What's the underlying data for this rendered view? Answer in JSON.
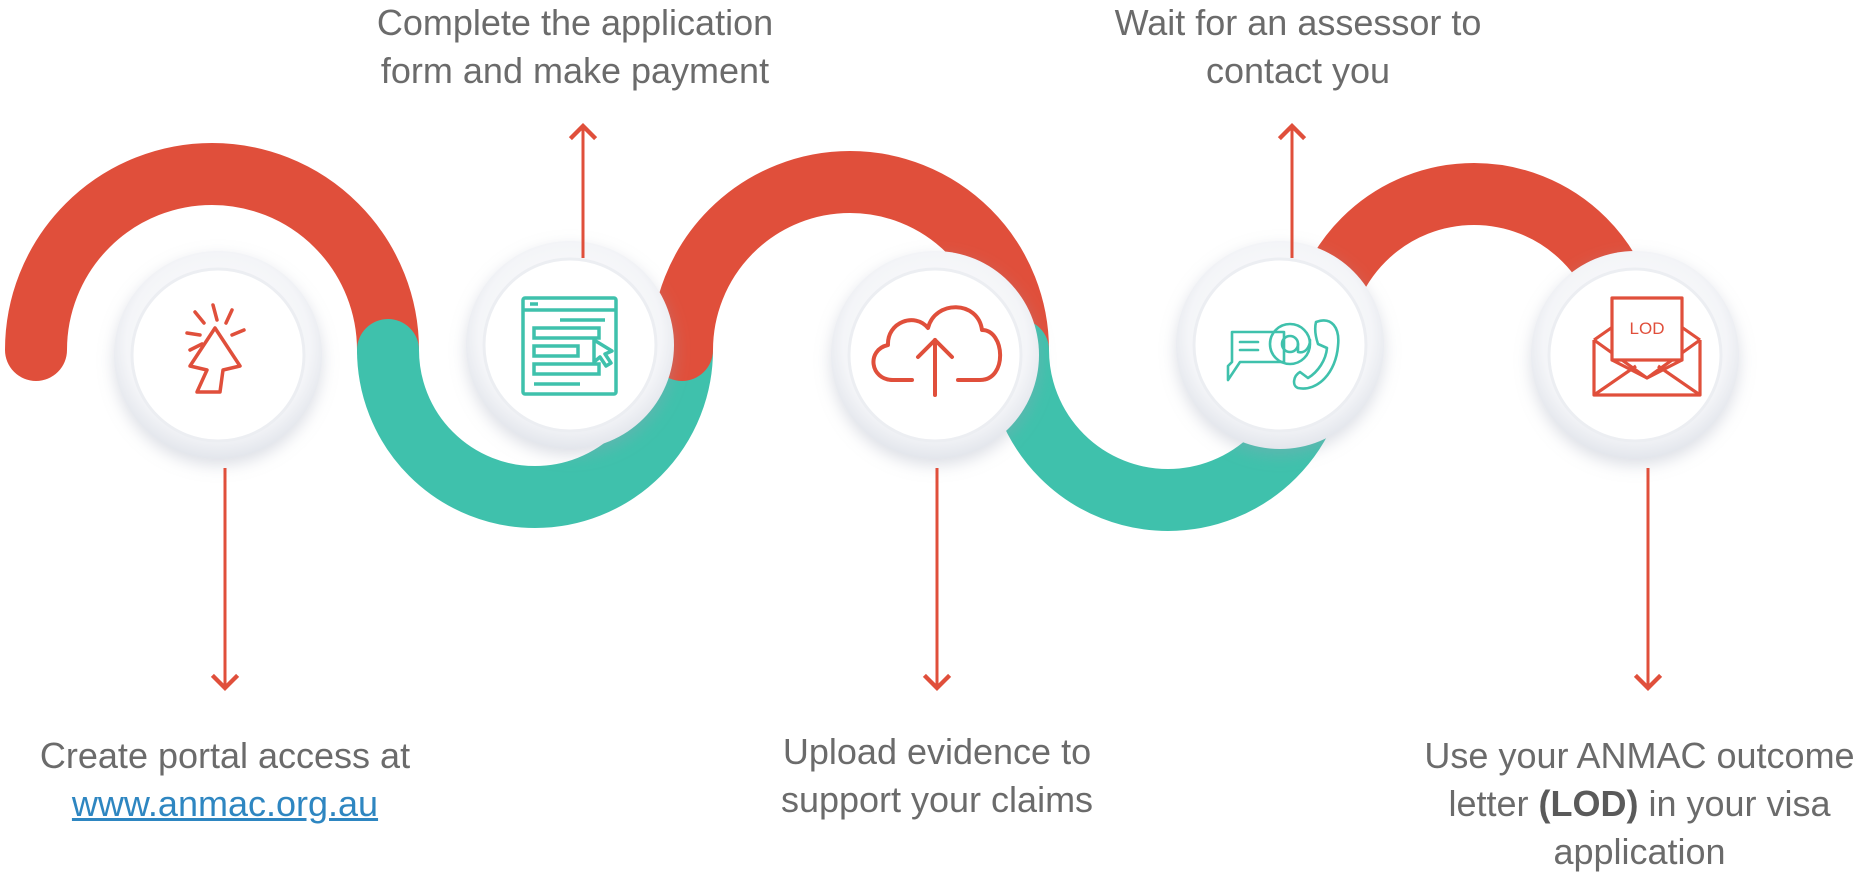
{
  "colors": {
    "accent": "#e04f3b",
    "teal": "#3fc1ac",
    "text": "#6b6b6b",
    "link": "#2e86c1"
  },
  "steps": [
    {
      "icon": "cursor-click-icon",
      "lines": [
        "Create portal access at"
      ],
      "link": "www.anmac.org.au"
    },
    {
      "icon": "application-form-icon",
      "lines": [
        "Complete the application",
        "form and make payment"
      ]
    },
    {
      "icon": "cloud-upload-icon",
      "lines": [
        "Upload evidence to",
        "support your claims"
      ]
    },
    {
      "icon": "email-phone-contact-icon",
      "lines": [
        "Wait for an assessor to",
        "contact you"
      ]
    },
    {
      "icon": "letter-envelope-icon",
      "icon_text": "LOD",
      "line1": "Use your ANMAC outcome",
      "line2_pre": "letter ",
      "line2_bold": "(LOD)",
      "line2_post": " in your visa",
      "line3": "application"
    }
  ]
}
